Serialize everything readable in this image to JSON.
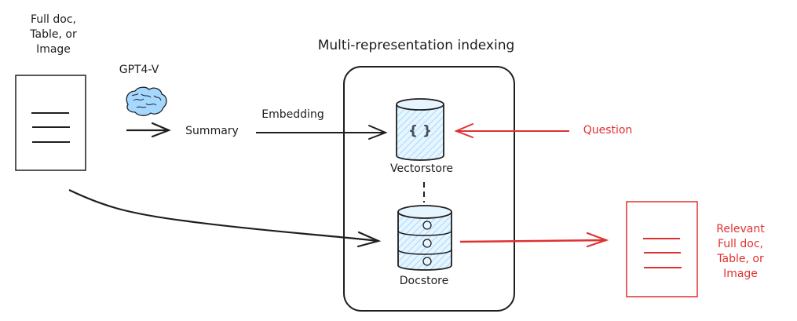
{
  "title": "Multi-representation indexing",
  "source": {
    "label": "Full doc,\nTable, or\nImage"
  },
  "model": {
    "label": "GPT4-V",
    "icon": "brain-icon"
  },
  "summary": {
    "label": "Summary"
  },
  "embedding": {
    "label": "Embedding"
  },
  "vectorstore": {
    "label": "Vectorstore",
    "glyph": "{ }"
  },
  "docstore": {
    "label": "Docstore"
  },
  "question": {
    "label": "Question"
  },
  "result": {
    "label": "Relevant\nFull doc,\nTable, or\nImage"
  },
  "colors": {
    "ink": "#1e1e1e",
    "accent_red": "#e03131",
    "fill_blue": "#a5d8ff"
  }
}
